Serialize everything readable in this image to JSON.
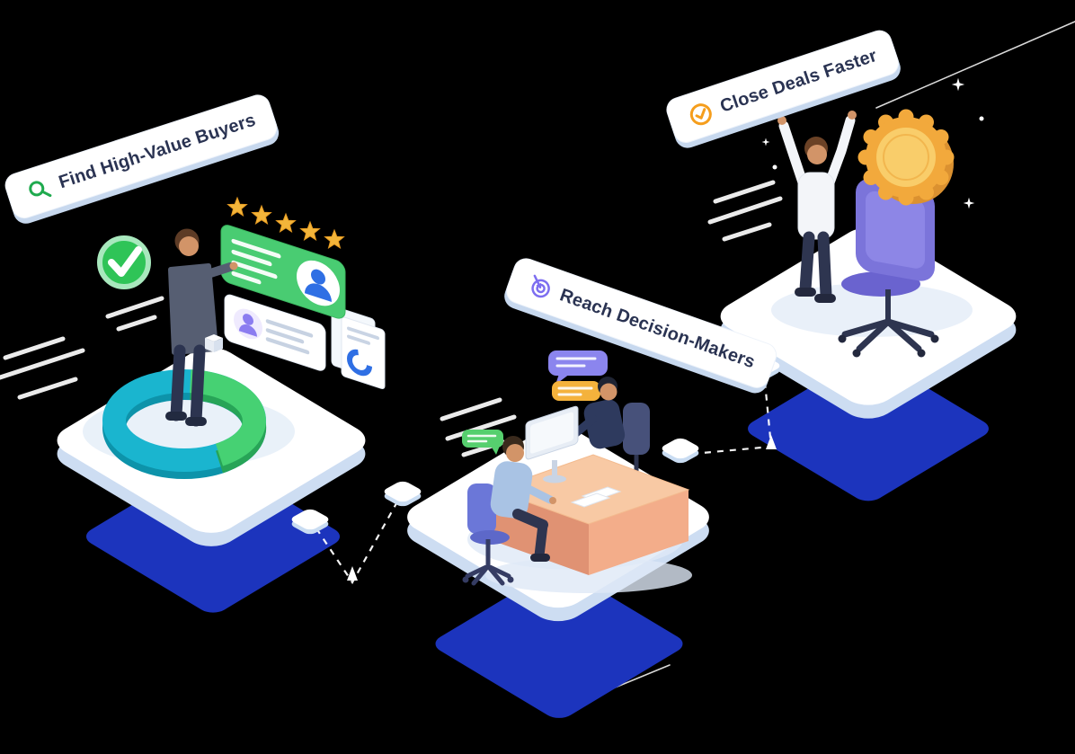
{
  "page": {
    "background": "#000000"
  },
  "steps": [
    {
      "id": "find-high-value-buyers",
      "label": "Find High-Value Buyers",
      "icon": "search-icon",
      "icon_color": "#1faa4e"
    },
    {
      "id": "reach-decision-makers",
      "label": "Reach Decision-Makers",
      "icon": "target-icon",
      "icon_color": "#7d6ef0"
    },
    {
      "id": "close-deals-faster",
      "label": "Close Deals Faster",
      "icon": "check-circle-icon",
      "icon_color": "#f59e1d"
    }
  ],
  "illustration": {
    "rating_stars": 5,
    "platform_color": "#ffffff",
    "platform_edge_color": "#cdddf2",
    "shadow_diamond_color": "#1c34bd",
    "donut_colors": [
      "#1ab5cf",
      "#46d173"
    ],
    "award_badge_color": "#f2a93c",
    "desk_color": "#f8c9a4",
    "chair_color": "#7b74da",
    "chat_bubble_colors": [
      "#8b85ee",
      "#f4b23c",
      "#56cf6e"
    ]
  }
}
